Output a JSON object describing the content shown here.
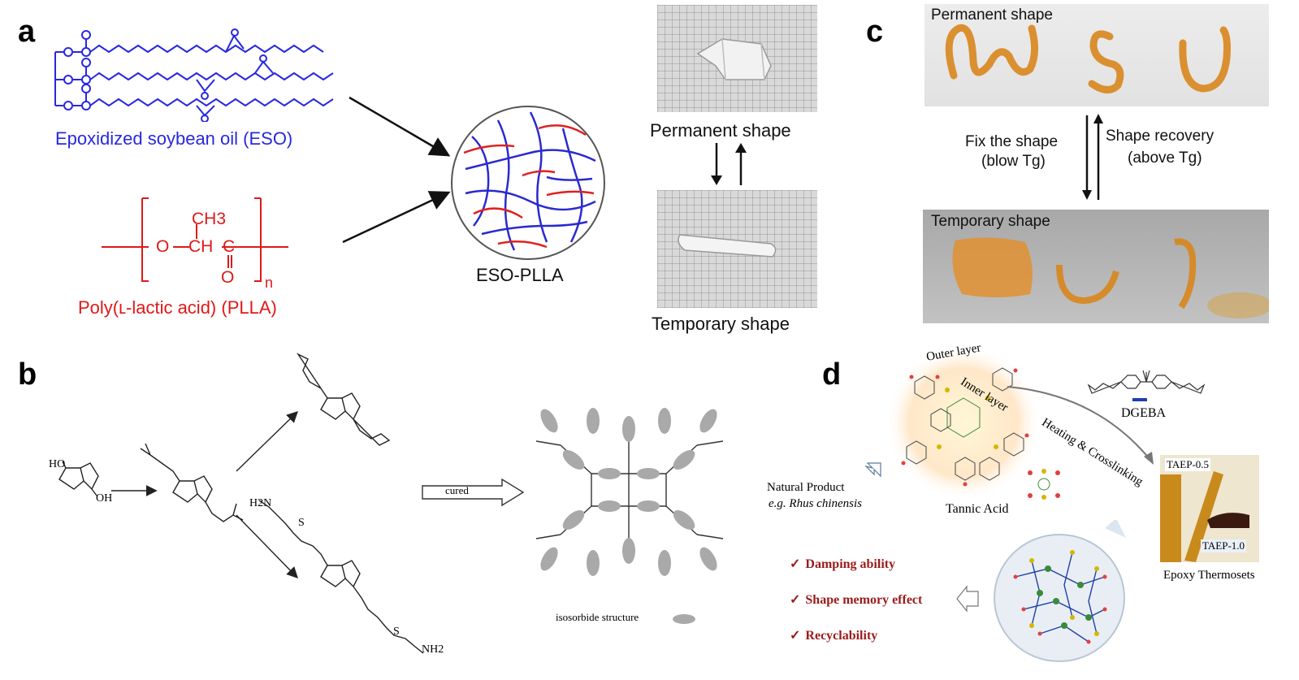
{
  "panels": {
    "a": {
      "letter": "a",
      "eso_label": "Epoxidized soybean oil (ESO)",
      "plla_label": "Poly(ʟ-lactic acid) (PLLA)",
      "plla_ch3": "CH3",
      "plla_o": "O",
      "plla_ch": "CH",
      "plla_c": "C",
      "plla_co": "O",
      "plla_n": "n",
      "network_label": "ESO-PLLA",
      "permanent_label": "Permanent shape",
      "temporary_label": "Temporary shape"
    },
    "b": {
      "letter": "b",
      "arrow_label": "cured",
      "legend_label": "isosorbide structure",
      "ho1": "HO",
      "oh1": "OH",
      "h2n": "H2N",
      "s1": "S",
      "s2": "S",
      "nh2": "NH2"
    },
    "c": {
      "letter": "c",
      "permanent_label": "Permanent shape",
      "temporary_label": "Temporary shape",
      "fix_label_1": "Fix the shape",
      "fix_label_2": "(blow Tg)",
      "recover_label_1": "Shape recovery",
      "recover_label_2": "(above Tg)"
    },
    "d": {
      "letter": "d",
      "outer_layer": "Outer layer",
      "inner_layer": "Inner layer",
      "dgeba": "DGEBA",
      "heating": "Heating & Crosslinking",
      "natural_product_1": "Natural Product",
      "natural_product_2": "e.g. Rhus chinensis",
      "tannic_acid": "Tannic Acid",
      "taep_05": "TAEP-0.5",
      "taep_10": "TAEP-1.0",
      "epoxy_thermosets": "Epoxy Thermosets",
      "checks": [
        "Damping ability",
        "Shape memory effect",
        "Recyclability"
      ]
    }
  },
  "colors": {
    "eso": "#2828e0",
    "plla": "#e01818",
    "amber": "#d98a1f",
    "dark_red": "#9b1b1b"
  }
}
